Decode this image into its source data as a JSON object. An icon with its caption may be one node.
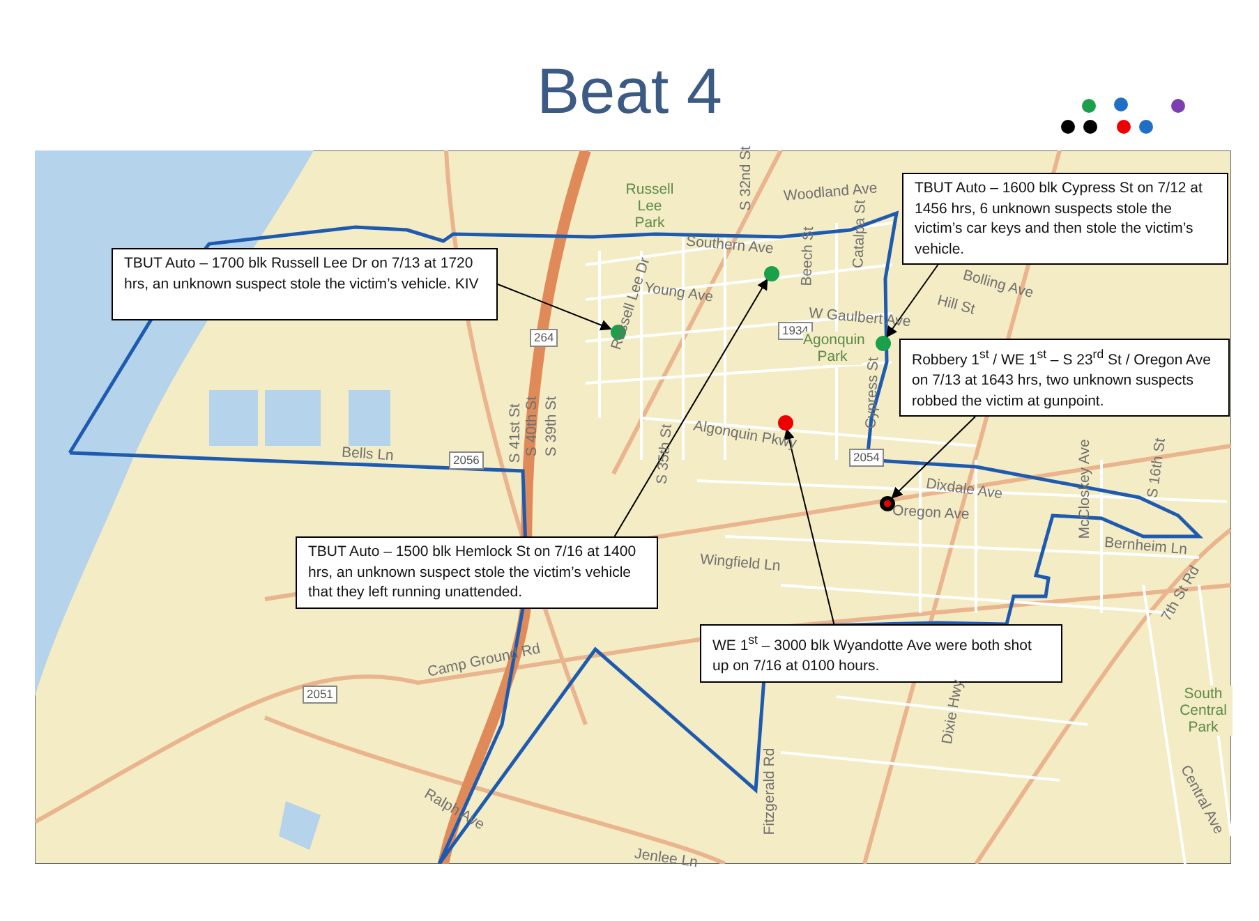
{
  "diagram": {
    "title": "Beat 4",
    "nodes": [
      {
        "text": [
          "TBUT Auto – 1700 blk Russell Lee Dr on 7/13 at 1720 hrs, an unknown suspect stole the victim’s vehicle.  KIV"
        ]
      },
      {
        "text": [
          "TBUT Auto – 1600 blk Cypress St on 7/12 at 1456 hrs, 6 unknown suspects stole the victim’s car keys and then stole the victim’s vehicle."
        ]
      },
      {
        "text": [
          "Robbery 1$^{st}$ / WE 1$^{st}$ – S 23$^{rd}$ St / Oregon Ave on 7/13 at 1643 hrs, two unknown suspects robbed the victim at gunpoint."
        ]
      },
      {
        "text": [
          "TBUT Auto – 1500 blk Hemlock St on 7/16 at 1400 hrs, an unknown suspect stole the victim’s vehicle that they left running unattended."
        ]
      },
      {
        "text": [
          "WE 1$^{st}$ – 3000 blk  Wyandotte Ave were both shot up on 7/16 at 0100 hours."
        ]
      },
      {
        "text": [],
        "shape": "circle"
      },
      {
        "text": [],
        "shape": "circle"
      },
      {
        "text": [],
        "shape": "circle"
      },
      {
        "text": [],
        "shape": "circle"
      },
      {
        "text": [],
        "shape": "circle"
      }
    ],
    "edges": [
      {
        "from": 0,
        "to": 5,
        "arrow": "to"
      },
      {
        "from": 1,
        "to": 8,
        "arrow": "to"
      },
      {
        "from": 2,
        "to": 9,
        "arrow": "to"
      },
      {
        "from": 3,
        "to": 6,
        "arrow": "to"
      },
      {
        "from": 4,
        "to": 7,
        "arrow": "to"
      }
    ],
    "labels": [
      "Woodland Ave",
      "S 32nd St",
      "Russell Lee Park",
      "Beech St",
      "Catalpa St",
      "Southern Ave",
      "Russell Lee Dr",
      "Young Ave",
      "W Gaulbert Ave",
      "Bolling Ave",
      "Hill St",
      "264",
      "1934",
      "Agonquin Park",
      "S 41st St",
      "S 40th St",
      "S 39th St",
      "Bells Ln",
      "2056",
      "S 35th St",
      "Algonquin Pkwy",
      "Cypress St",
      "2054",
      "McCloskey Ave",
      "S 16th St",
      "Dixdale Ave",
      "Oregon Ave",
      "Bernheim Ln",
      "7th St Rd",
      "Wingfield Ln",
      "Camp Ground Rd",
      "2051",
      "Dixie Hwy",
      "South Central Park",
      "Ralph Ave",
      "Fitzgerald Rd",
      "Central Ave",
      "Jenlee Ln"
    ]
  }
}
